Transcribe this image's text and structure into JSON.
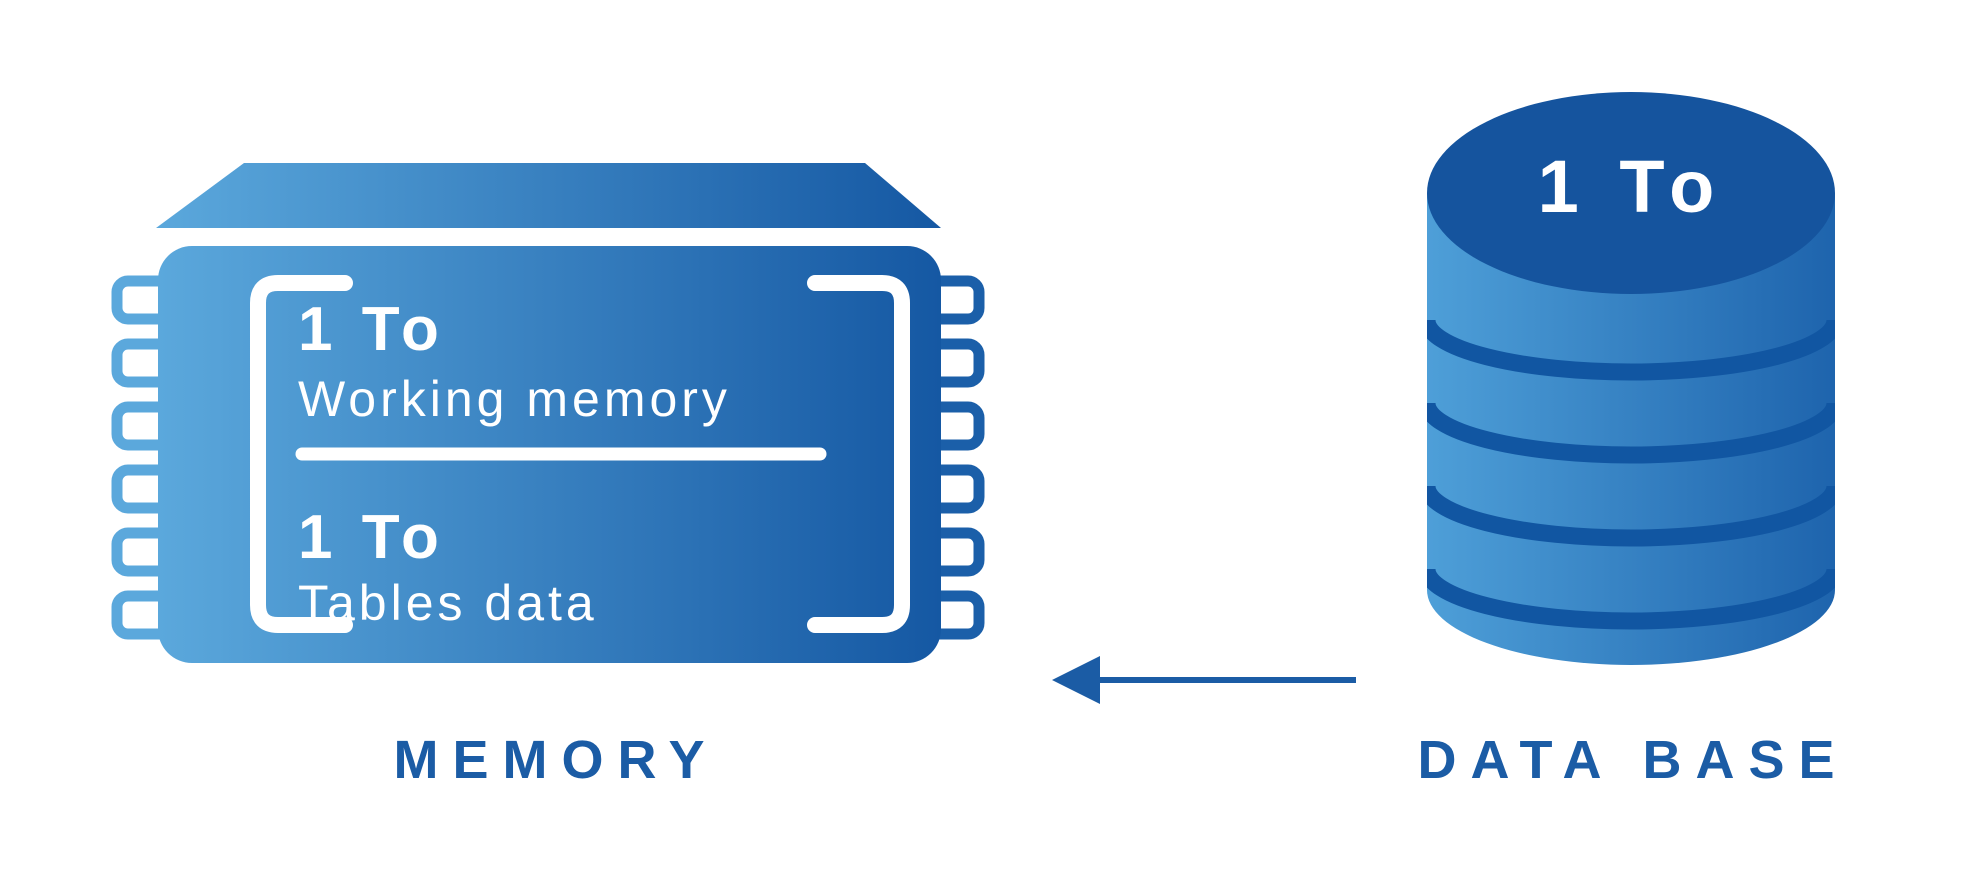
{
  "memory": {
    "slot1_value": "1 To",
    "slot1_label": "Working memory",
    "slot2_value": "1 To",
    "slot2_label": "Tables data",
    "caption": "MEMORY"
  },
  "database": {
    "capacity": "1 To",
    "caption": "DATA BASE"
  },
  "arrow": {
    "direction": "database-to-memory"
  },
  "icons": {
    "memory_chip": "memory-chip-icon",
    "database_cylinder": "database-cylinder-icon",
    "transfer_arrow": "arrow-left-icon"
  },
  "colors": {
    "background": "#ffffff",
    "chip_gradient_start": "#5BA8DC",
    "chip_gradient_end": "#1558A3",
    "pin_left": "#5BA8DC",
    "pin_right": "#1B5FA9",
    "cylinder_gradient_start": "#4E9FD8",
    "cylinder_gradient_end": "#1E64AD",
    "cylinder_top": "#15549E",
    "cylinder_band": "#1156A2",
    "caption": "#1B5CA5",
    "arrow": "#1B5CA5",
    "white": "#FFFFFF"
  }
}
